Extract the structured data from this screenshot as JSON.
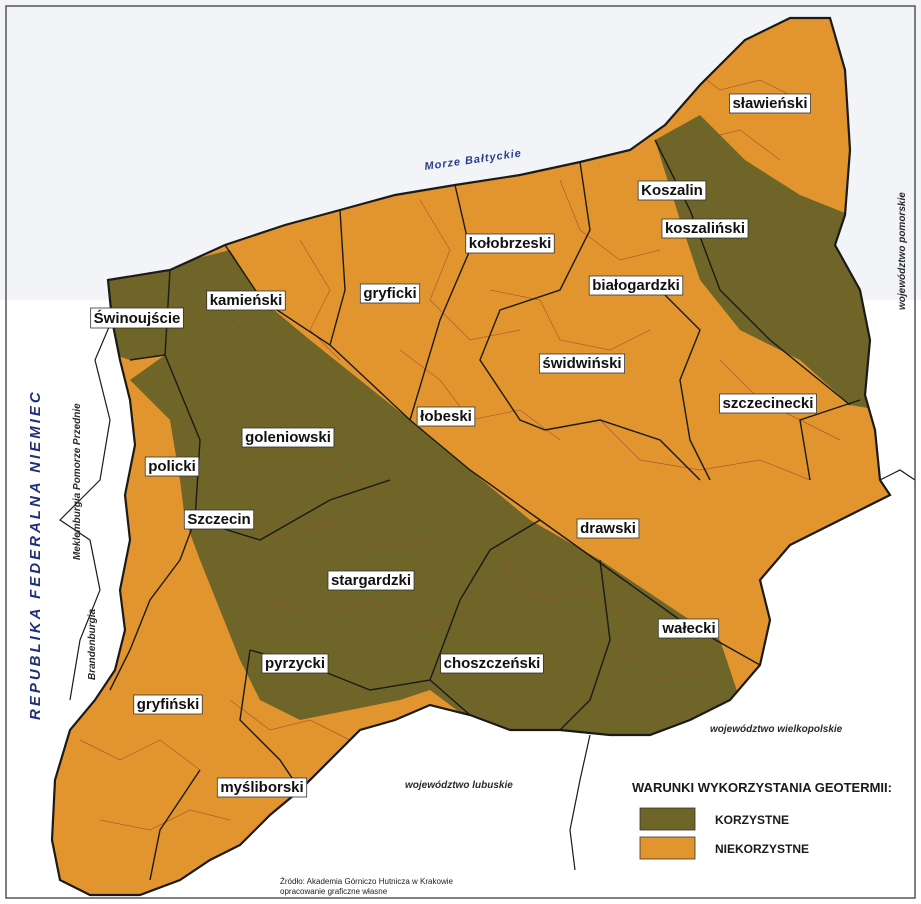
{
  "colors": {
    "favorable": "#6f6528",
    "unfavorable": "#e2952f",
    "border": "#1a1a1a",
    "subborder": "#9a4a2a",
    "sea": "#ffffff"
  },
  "sea_label": "Morze Bałtyckie",
  "country_label": "REPUBLIKA FEDERALNA NIEMIEC",
  "regions": {
    "mecklenburg": "Meklemburgia Pomorze Przednie",
    "brandenburg": "Brandenburgia",
    "pomorskie": "województwo pomorskie",
    "wielkopolskie": "województwo wielkopolskie",
    "lubuskie": "województwo lubuskie"
  },
  "counties": [
    {
      "name": "sławieński",
      "class": "NIEKORZYSTNE"
    },
    {
      "name": "Koszalin",
      "class": "KORZYSTNE"
    },
    {
      "name": "koszaliński",
      "class": "KORZYSTNE"
    },
    {
      "name": "kołobrzeski",
      "class": "NIEKORZYSTNE"
    },
    {
      "name": "białogardzki",
      "class": "NIEKORZYSTNE"
    },
    {
      "name": "gryficki",
      "class": "NIEKORZYSTNE"
    },
    {
      "name": "kamieński",
      "class": "KORZYSTNE"
    },
    {
      "name": "Świnoujście",
      "class": "KORZYSTNE"
    },
    {
      "name": "świdwiński",
      "class": "NIEKORZYSTNE"
    },
    {
      "name": "szczecinecki",
      "class": "NIEKORZYSTNE"
    },
    {
      "name": "łobeski",
      "class": "NIEKORZYSTNE"
    },
    {
      "name": "goleniowski",
      "class": "KORZYSTNE"
    },
    {
      "name": "policki",
      "class": "KORZYSTNE"
    },
    {
      "name": "Szczecin",
      "class": "KORZYSTNE"
    },
    {
      "name": "drawski",
      "class": "NIEKORZYSTNE"
    },
    {
      "name": "stargardzki",
      "class": "KORZYSTNE"
    },
    {
      "name": "wałecki",
      "class": "KORZYSTNE"
    },
    {
      "name": "pyrzycki",
      "class": "KORZYSTNE"
    },
    {
      "name": "choszczeński",
      "class": "KORZYSTNE"
    },
    {
      "name": "gryfiński",
      "class": "NIEKORZYSTNE"
    },
    {
      "name": "myśliborski",
      "class": "NIEKORZYSTNE"
    }
  ],
  "legend": {
    "title": "WARUNKI WYKORZYSTANIA GEOTERMII:",
    "items": [
      {
        "label": "KORZYSTNE",
        "color": "#6f6528"
      },
      {
        "label": "NIEKORZYSTNE",
        "color": "#e2952f"
      }
    ]
  },
  "source": {
    "line1": "Źródło: Akademia Górniczo Hutnicza w Krakowie",
    "line2": "opracowanie graficzne własne"
  }
}
